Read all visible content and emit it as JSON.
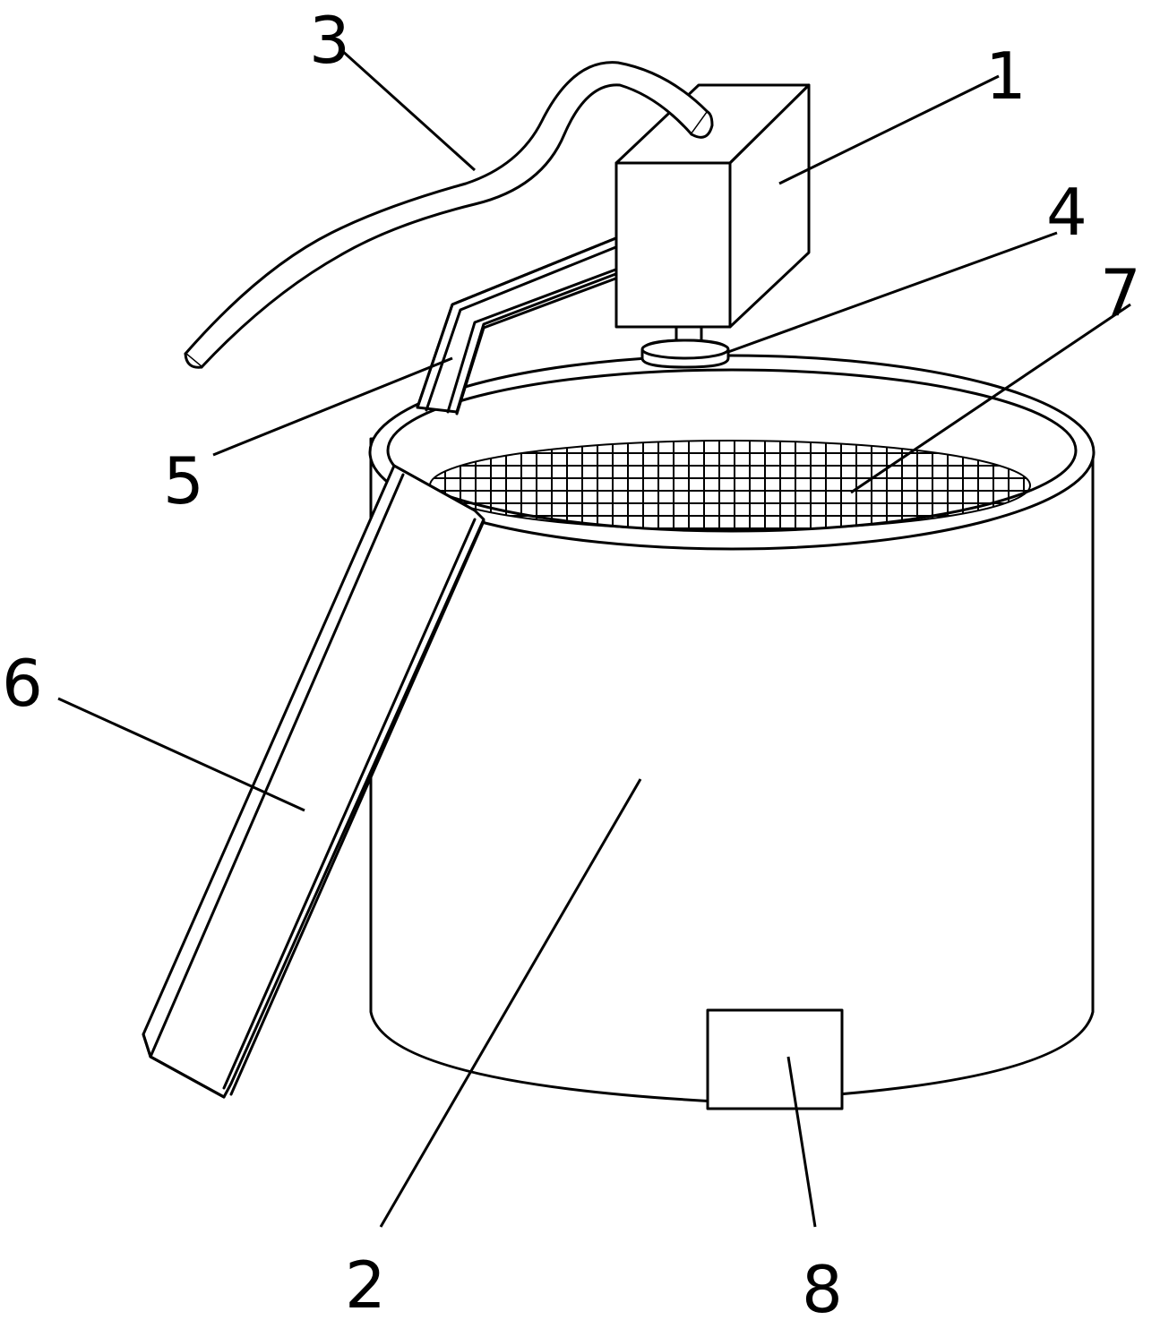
{
  "labels": {
    "motor": "1",
    "barrel": "2",
    "hose": "3",
    "coupling": "4",
    "bracket": "5",
    "chute": "6",
    "mesh": "7",
    "outlet": "8"
  }
}
